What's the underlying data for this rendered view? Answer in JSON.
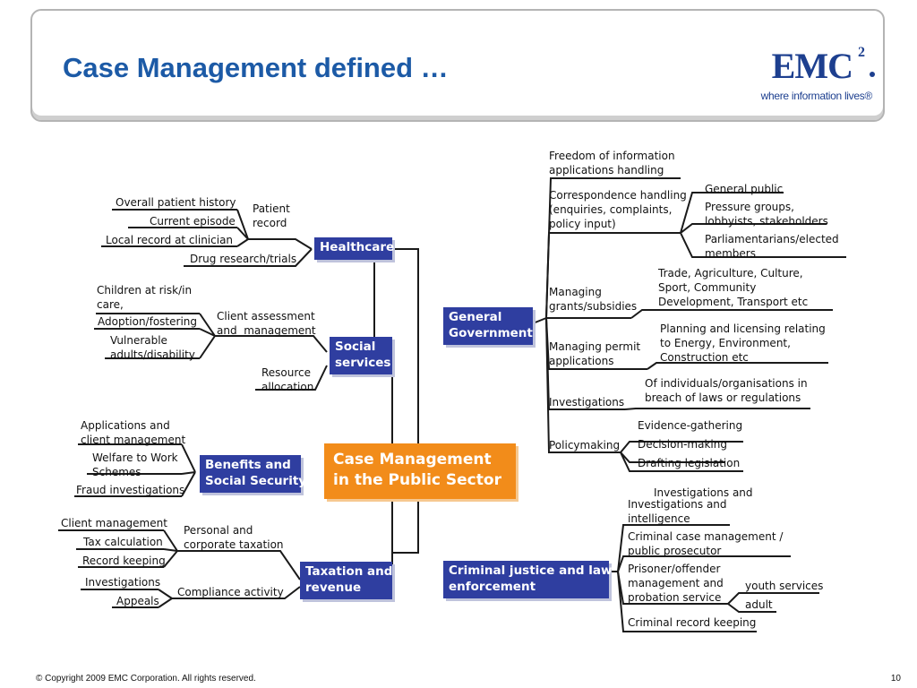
{
  "title": "Case Management defined …",
  "logo": {
    "word": "EMC",
    "sup": "2",
    "tagline": "where information lives®"
  },
  "footer": {
    "copyright": "© Copyright 2009 EMC Corporation. All rights reserved.",
    "page": "10"
  },
  "center": "Case Management\nin the Public Sector",
  "branches": {
    "healthcare": {
      "label": "Healthcare",
      "patient_record": "Patient\nrecord",
      "items": [
        "Overall patient history",
        "Current episode",
        "Local record at clinician"
      ],
      "drug": "Drug research/trials"
    },
    "social": {
      "label": "Social\nservices",
      "client_assessment": "Client assessment\nand  management",
      "items": [
        "Children at risk/in\ncare,",
        "Adoption/fostering",
        "Vulnerable\nadults/disability"
      ],
      "resource": "Resource\nallocation"
    },
    "benefits": {
      "label": "Benefits and\nSocial Security",
      "items": [
        "Applications and\nclient management",
        "Welfare to Work\nSchemes",
        "Fraud investigations"
      ]
    },
    "taxation": {
      "label": "Taxation and\nrevenue",
      "personal": "Personal and\ncorporate taxation",
      "personal_items": [
        "Client management",
        "Tax calculation",
        "Record keeping"
      ],
      "compliance": "Compliance activity",
      "compliance_items": [
        "Investigations",
        "Appeals"
      ]
    },
    "general": {
      "label": "General\nGovernment",
      "foi": "Freedom of information\napplications handling",
      "correspondence": "Correspondence handling\n(enquiries, complaints,\npolicy input)",
      "correspondence_items": [
        "General public",
        "Pressure groups,\nlobbyists, stakeholders",
        "Parliamentarians/elected\nmembers"
      ],
      "grants": "Managing\ngrants/subsidies",
      "grants_detail": "Trade, Agriculture, Culture,\nSport, Community\nDevelopment, Transport etc",
      "permits": "Managing permit\napplications",
      "permits_detail": "Planning and licensing relating\nto Energy, Environment,\nConstruction etc",
      "investigations": "Investigations",
      "investigations_detail": "Of individuals/organisations in\nbreach of laws or regulations",
      "policy": "Policymaking",
      "policy_items": [
        "Evidence-gathering",
        "Decision-making",
        "Drafting legislation"
      ]
    },
    "criminal": {
      "label": "Criminal justice and law\nenforcement",
      "investigations_top": "Investigations and",
      "investigations": "Investigations and\nintelligence",
      "case_mgmt": "Criminal case management /\npublic prosecutor",
      "prisoner": "Prisoner/offender\nmanagement and\nprobation service",
      "prisoner_items": [
        "youth services",
        "adult"
      ],
      "record": "Criminal record keeping"
    }
  },
  "colors": {
    "box": "#2f3ea0",
    "center": "#f28c1a",
    "title": "#1c5aa6"
  }
}
